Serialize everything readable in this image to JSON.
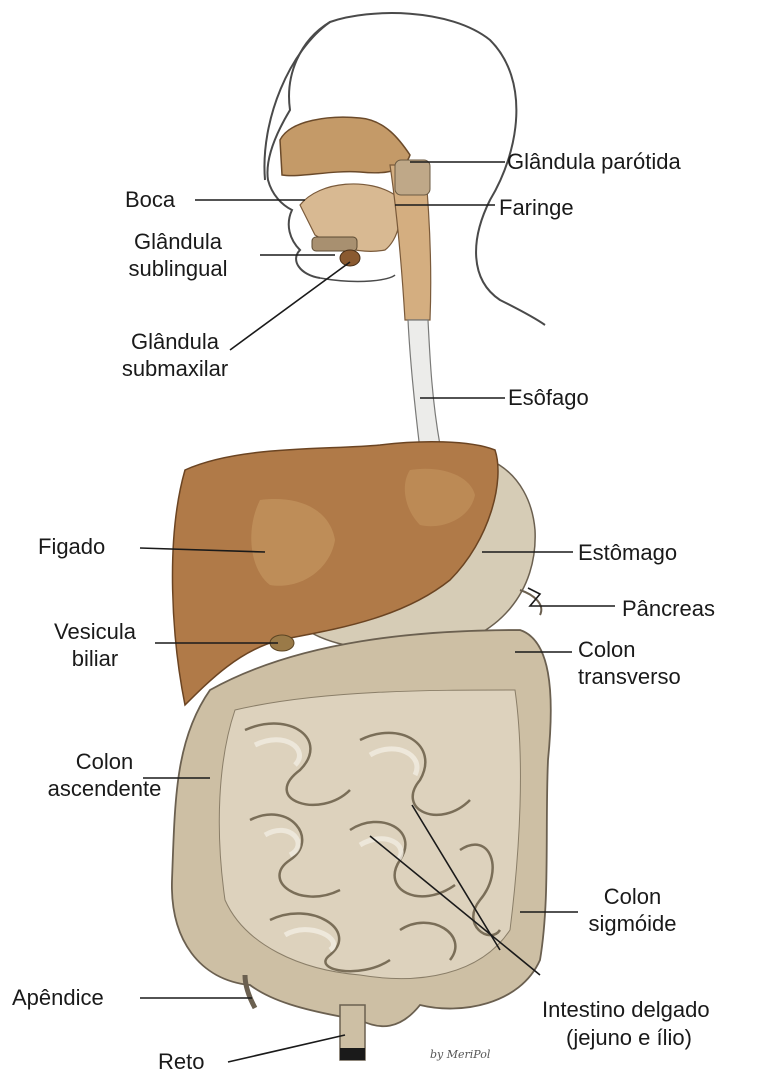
{
  "labels": {
    "glandula_parotida": "Glândula parótida",
    "boca": "Boca",
    "faringe": "Faringe",
    "glandula_sublingual_1": "Glândula",
    "glandula_sublingual_2": "sublingual",
    "glandula_submaxilar_1": "Glândula",
    "glandula_submaxilar_2": "submaxilar",
    "esofago": "Esôfago",
    "figado": "Figado",
    "estomago": "Estômago",
    "pancreas": "Pâncreas",
    "vesicula_1": "Vesicula",
    "vesicula_2": "biliar",
    "colon_transverso_1": "Colon",
    "colon_transverso_2": "transverso",
    "colon_ascendente_1": "Colon",
    "colon_ascendente_2": "ascendente",
    "colon_sigmoide_1": "Colon",
    "colon_sigmoide_2": "sigmóide",
    "apendice": "Apêndice",
    "intestino_1": "Intestino delgado",
    "intestino_2": "(jejuno e ílio)",
    "reto": "Reto",
    "signature": "by MeriPol"
  },
  "colors": {
    "liver": "#b07a48",
    "liver_highlight": "#c4955f",
    "stomach": "#d6ccb6",
    "intestine": "#cdbfa4",
    "intestine_light": "#ece4d4",
    "esophagus": "#e8e8e4",
    "outline": "#555555",
    "line": "#1a1a1a"
  }
}
